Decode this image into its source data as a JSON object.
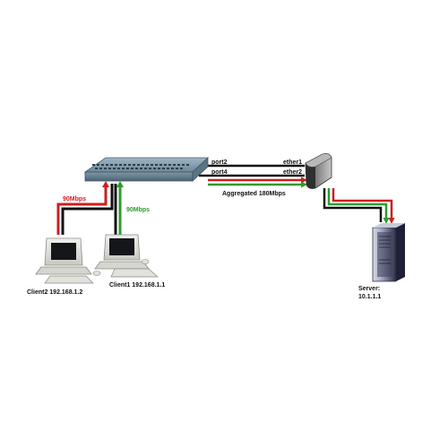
{
  "links": {
    "client2_speed": "90Mbps",
    "client1_speed": "90Mbps",
    "aggregated_speed": "Aggregated 180Mbps"
  },
  "switch_ports": {
    "top": "port2",
    "bottom": "port4"
  },
  "router_ports": {
    "top": "ether1",
    "bottom": "ether2"
  },
  "clients": {
    "client2": "Client2 192.168.1.2",
    "client1": "Client1 192.168.1.1"
  },
  "server": {
    "line1": "Server:",
    "line2": "10.1.1.1"
  },
  "colors": {
    "red_link": "#cc1f1f",
    "green_link": "#2e9a2e",
    "black_link": "#111111",
    "green_label": "#2e9a2e",
    "red_label": "#cc1f1f"
  },
  "icons": [
    "switch-icon",
    "router-icon",
    "client-computer-icon",
    "server-rack-icon"
  ]
}
